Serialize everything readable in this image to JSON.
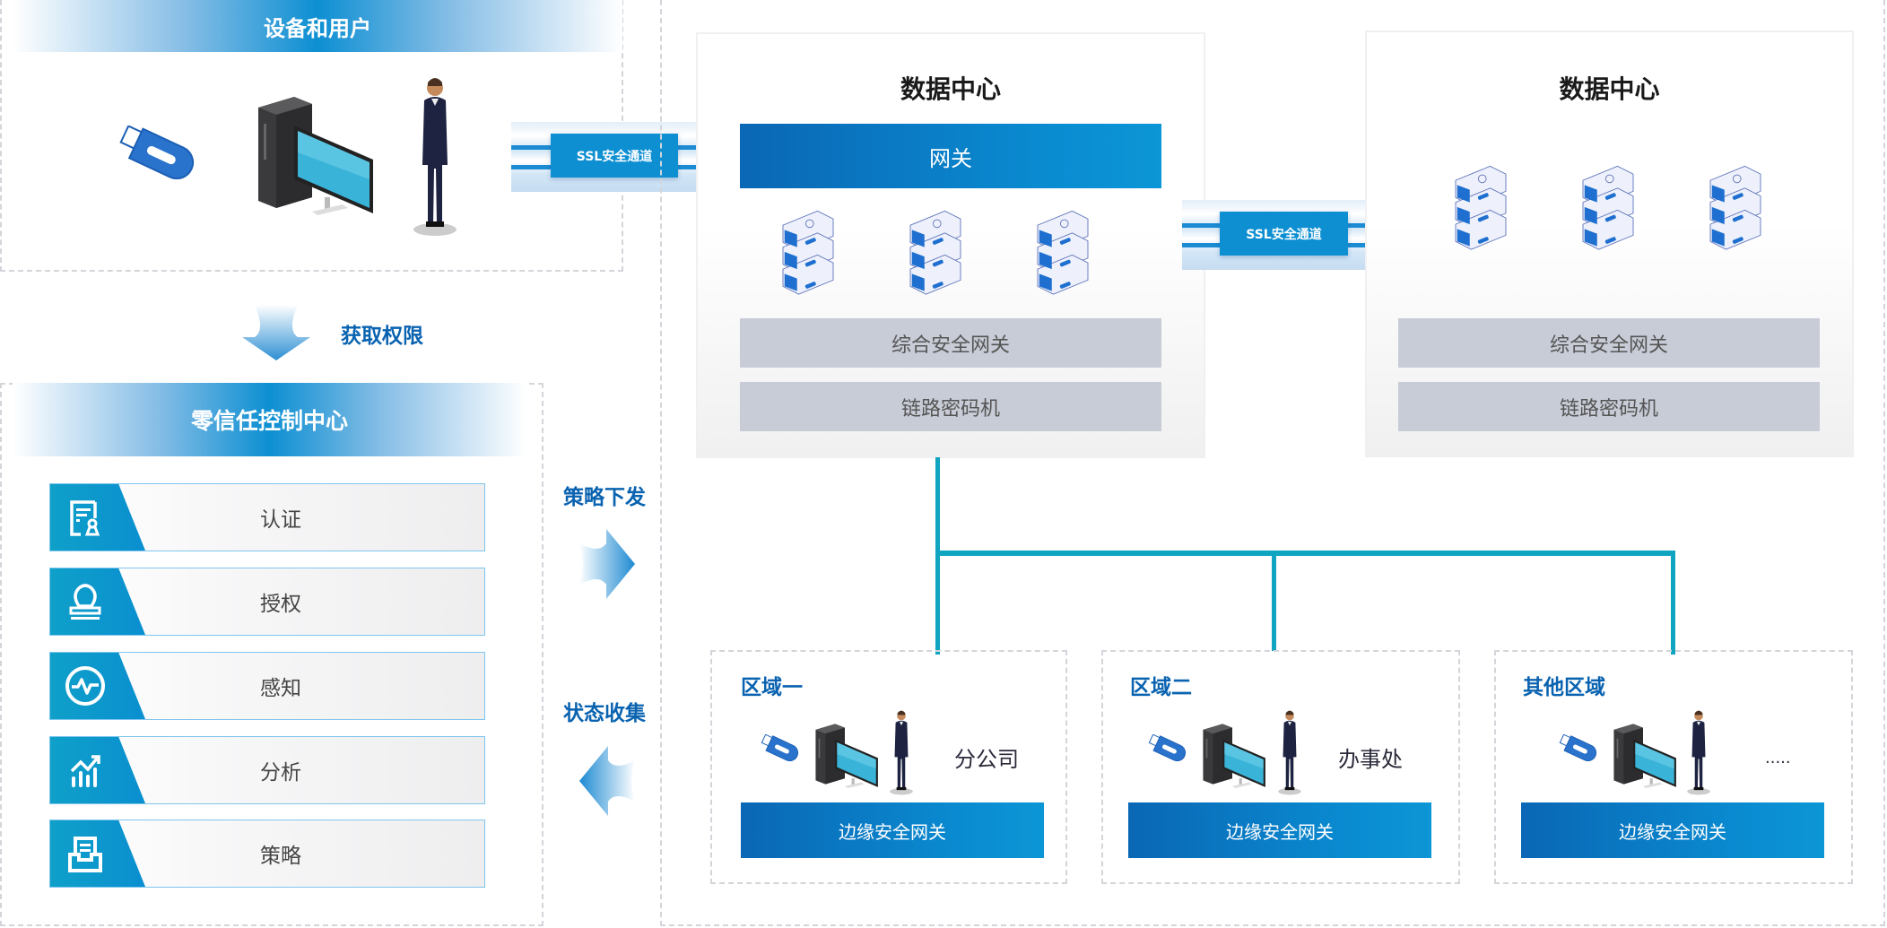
{
  "devices_panel": {
    "title": "设备和用户",
    "icons": [
      "usb-key-icon",
      "desktop-computer-icon",
      "user-figure-icon"
    ]
  },
  "flow_labels": {
    "get_permission": "获取权限",
    "policy_dispatch": "策略下发",
    "status_collect": "状态收集"
  },
  "zero_trust_panel": {
    "title": "零信任控制中心",
    "capabilities": [
      {
        "label": "认证",
        "icon": "certificate-icon"
      },
      {
        "label": "授权",
        "icon": "stamp-icon"
      },
      {
        "label": "感知",
        "icon": "pulse-icon"
      },
      {
        "label": "分析",
        "icon": "trend-chart-icon"
      },
      {
        "label": "策略",
        "icon": "policy-tray-icon"
      }
    ]
  },
  "ssl_channel": {
    "label": "SSL安全通道"
  },
  "data_centers": [
    {
      "title": "数据中心",
      "gateway": "网关",
      "layers": [
        "综合安全网关",
        "链路密码机"
      ]
    },
    {
      "title": "数据中心",
      "layers": [
        "综合安全网关",
        "链路密码机"
      ]
    }
  ],
  "regions": [
    {
      "title": "区域一",
      "site": "分公司",
      "gateway": "边缘安全网关"
    },
    {
      "title": "区域二",
      "site": "办事处",
      "gateway": "边缘安全网关"
    },
    {
      "title": "其他区域",
      "site": ".....",
      "gateway": "边缘安全网关"
    }
  ],
  "colors": {
    "brand_blue": "#0d8fd2",
    "dark_blue": "#0a67b5",
    "connector_teal": "#0fa4c0",
    "label_blue": "#0a63b0",
    "layer_gray": "#c8ccd6"
  }
}
